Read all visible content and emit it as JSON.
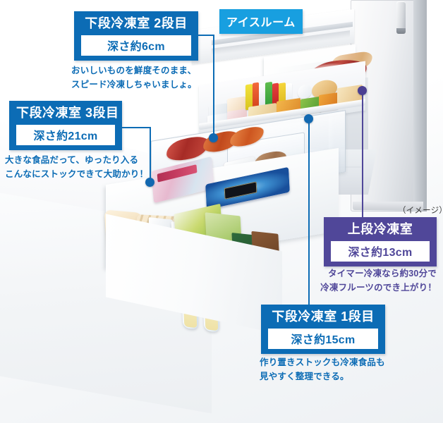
{
  "image_note": "（イメージ）",
  "tags": [
    {
      "id": "ice-room",
      "label": "アイスルーム",
      "color": "#189fe0"
    }
  ],
  "labels": [
    {
      "id": "lower-freezer-tier2",
      "title": "下段冷凍室 2段目",
      "value": "深さ約6cm",
      "color": "#0c6cb5",
      "caption": [
        "おいしいものを鮮度そのまま、",
        "スピード冷凍しちゃいましょ。"
      ]
    },
    {
      "id": "lower-freezer-tier3",
      "title": "下段冷凍室 3段目",
      "value": "深さ約21cm",
      "color": "#0c6cb5",
      "caption": [
        "大きな食品だって、ゆったり入る",
        "こんなにストックできて大助かり！"
      ]
    },
    {
      "id": "upper-freezer",
      "title": "上段冷凍室",
      "value": "深さ約13cm",
      "color": "#504799",
      "caption": [
        "タイマー冷凍なら約30分で",
        "冷凍フルーツのでき上がり！"
      ]
    },
    {
      "id": "lower-freezer-tier1",
      "title": "下段冷凍室 1段目",
      "value": "深さ約15cm",
      "color": "#0c6cb5",
      "caption": [
        "作り置きストックも冷凍食品も",
        "見やすく整理できる。"
      ]
    }
  ],
  "colors": {
    "blue": "#0c6cb5",
    "cyan": "#189fe0",
    "purple": "#504799",
    "dot_blue": "#1268b0",
    "dot_purple": "#4b3f92"
  }
}
